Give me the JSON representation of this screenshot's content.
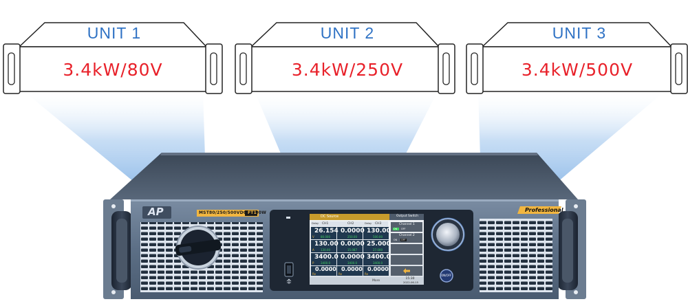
{
  "units": [
    {
      "title": "UNIT 1",
      "spec": "3.4kW/80V"
    },
    {
      "title": "UNIT 2",
      "spec": "3.4kW/250V"
    },
    {
      "title": "UNIT 3",
      "spec": "3.4kW/500V"
    }
  ],
  "front_panel": {
    "brand": "AP",
    "model_label": "MST80/250/500VDC10000W",
    "model_badge": "FT1",
    "edition_badge": "Professional",
    "onoff_label": "ON/OFF"
  },
  "screen": {
    "app_title": "DC Source",
    "output_switch_label": "Output Switch",
    "channels": [
      {
        "name": "CH1",
        "tag": "Delay",
        "voltage": "26.154",
        "voltage_readback": "80.000",
        "current": "130.00",
        "current_readback": "130.00",
        "power": "3400.0",
        "power_readback": "3400.0"
      },
      {
        "name": "CH2",
        "tag": "",
        "voltage": "0.0000",
        "voltage_readback": "250.00",
        "current": "0.0000",
        "current_readback": "15.087",
        "power": "0.0000",
        "power_readback": "3400.0"
      },
      {
        "name": "CH3",
        "tag": "Delay",
        "voltage": "130.00",
        "voltage_readback": "500.00",
        "current": "25.000",
        "current_readback": "27.000",
        "power": "3400.0",
        "power_readback": "3400.0"
      }
    ],
    "units_row": [
      "V",
      "A",
      "P"
    ],
    "side_buttons": [
      {
        "label": "Channel 1",
        "state_on": "ON",
        "state_off": "OFF"
      },
      {
        "label": "Channel 2",
        "state_on": "ON",
        "state_off": "OFF"
      },
      {
        "label": ""
      },
      {
        "label": ""
      }
    ],
    "bottom_labels": [
      "Re",
      "Re",
      "Re"
    ],
    "bottom_values": [
      "0.0000",
      "0.0000",
      "0.0000"
    ],
    "more_label": "More",
    "time": "15:30",
    "date": "2022-06-15"
  }
}
